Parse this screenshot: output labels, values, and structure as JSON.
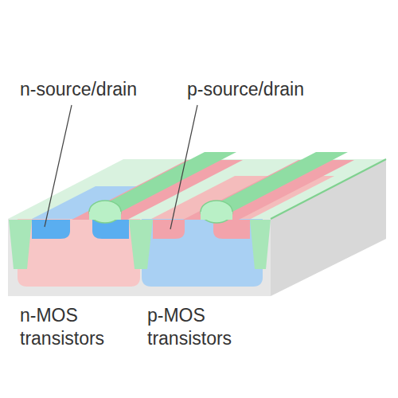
{
  "diagram": {
    "labels": [
      "n-source/drain",
      "p-source/drain",
      "n-MOS transistors",
      "p-MOS transistors"
    ]
  }
}
